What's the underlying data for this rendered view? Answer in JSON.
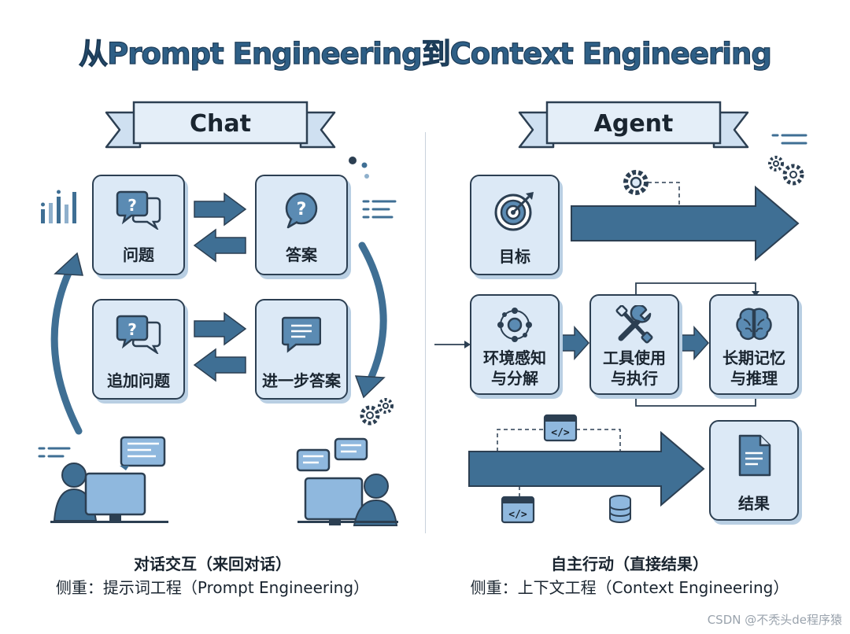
{
  "title": "从Prompt Engineering到Context Engineering",
  "chat": {
    "banner": "Chat",
    "cards": {
      "question": "问题",
      "answer": "答案",
      "followup": "追加问题",
      "further": "进一步答案"
    },
    "caption_main": "对话交互（来回对话）",
    "caption_sub": "侧重：提示词工程（Prompt Engineering）"
  },
  "agent": {
    "banner": "Agent",
    "cards": {
      "goal": "目标",
      "perceive_l1": "环境感知",
      "perceive_l2": "与分解",
      "tools_l1": "工具使用",
      "tools_l2": "与执行",
      "memory_l1": "长期记忆",
      "memory_l2": "与推理",
      "result": "结果"
    },
    "caption_main": "自主行动（直接结果）",
    "caption_sub": "侧重：上下文工程（Context Engineering）"
  },
  "watermark": "CSDN @不秃头de程序猿",
  "colors": {
    "accent": "#3f6f94",
    "card_bg": "#dce9f6",
    "outline": "#2c3f52",
    "shadow": "#b9cfe3"
  },
  "icons": [
    "chat-question-icon",
    "question-bubble-icon",
    "text-bubble-icon",
    "target-icon",
    "network-icon",
    "tools-icon",
    "brain-icon",
    "document-icon",
    "gear-icon",
    "code-window-icon",
    "database-icon",
    "user-computer-icon",
    "bar-chart-icon"
  ]
}
